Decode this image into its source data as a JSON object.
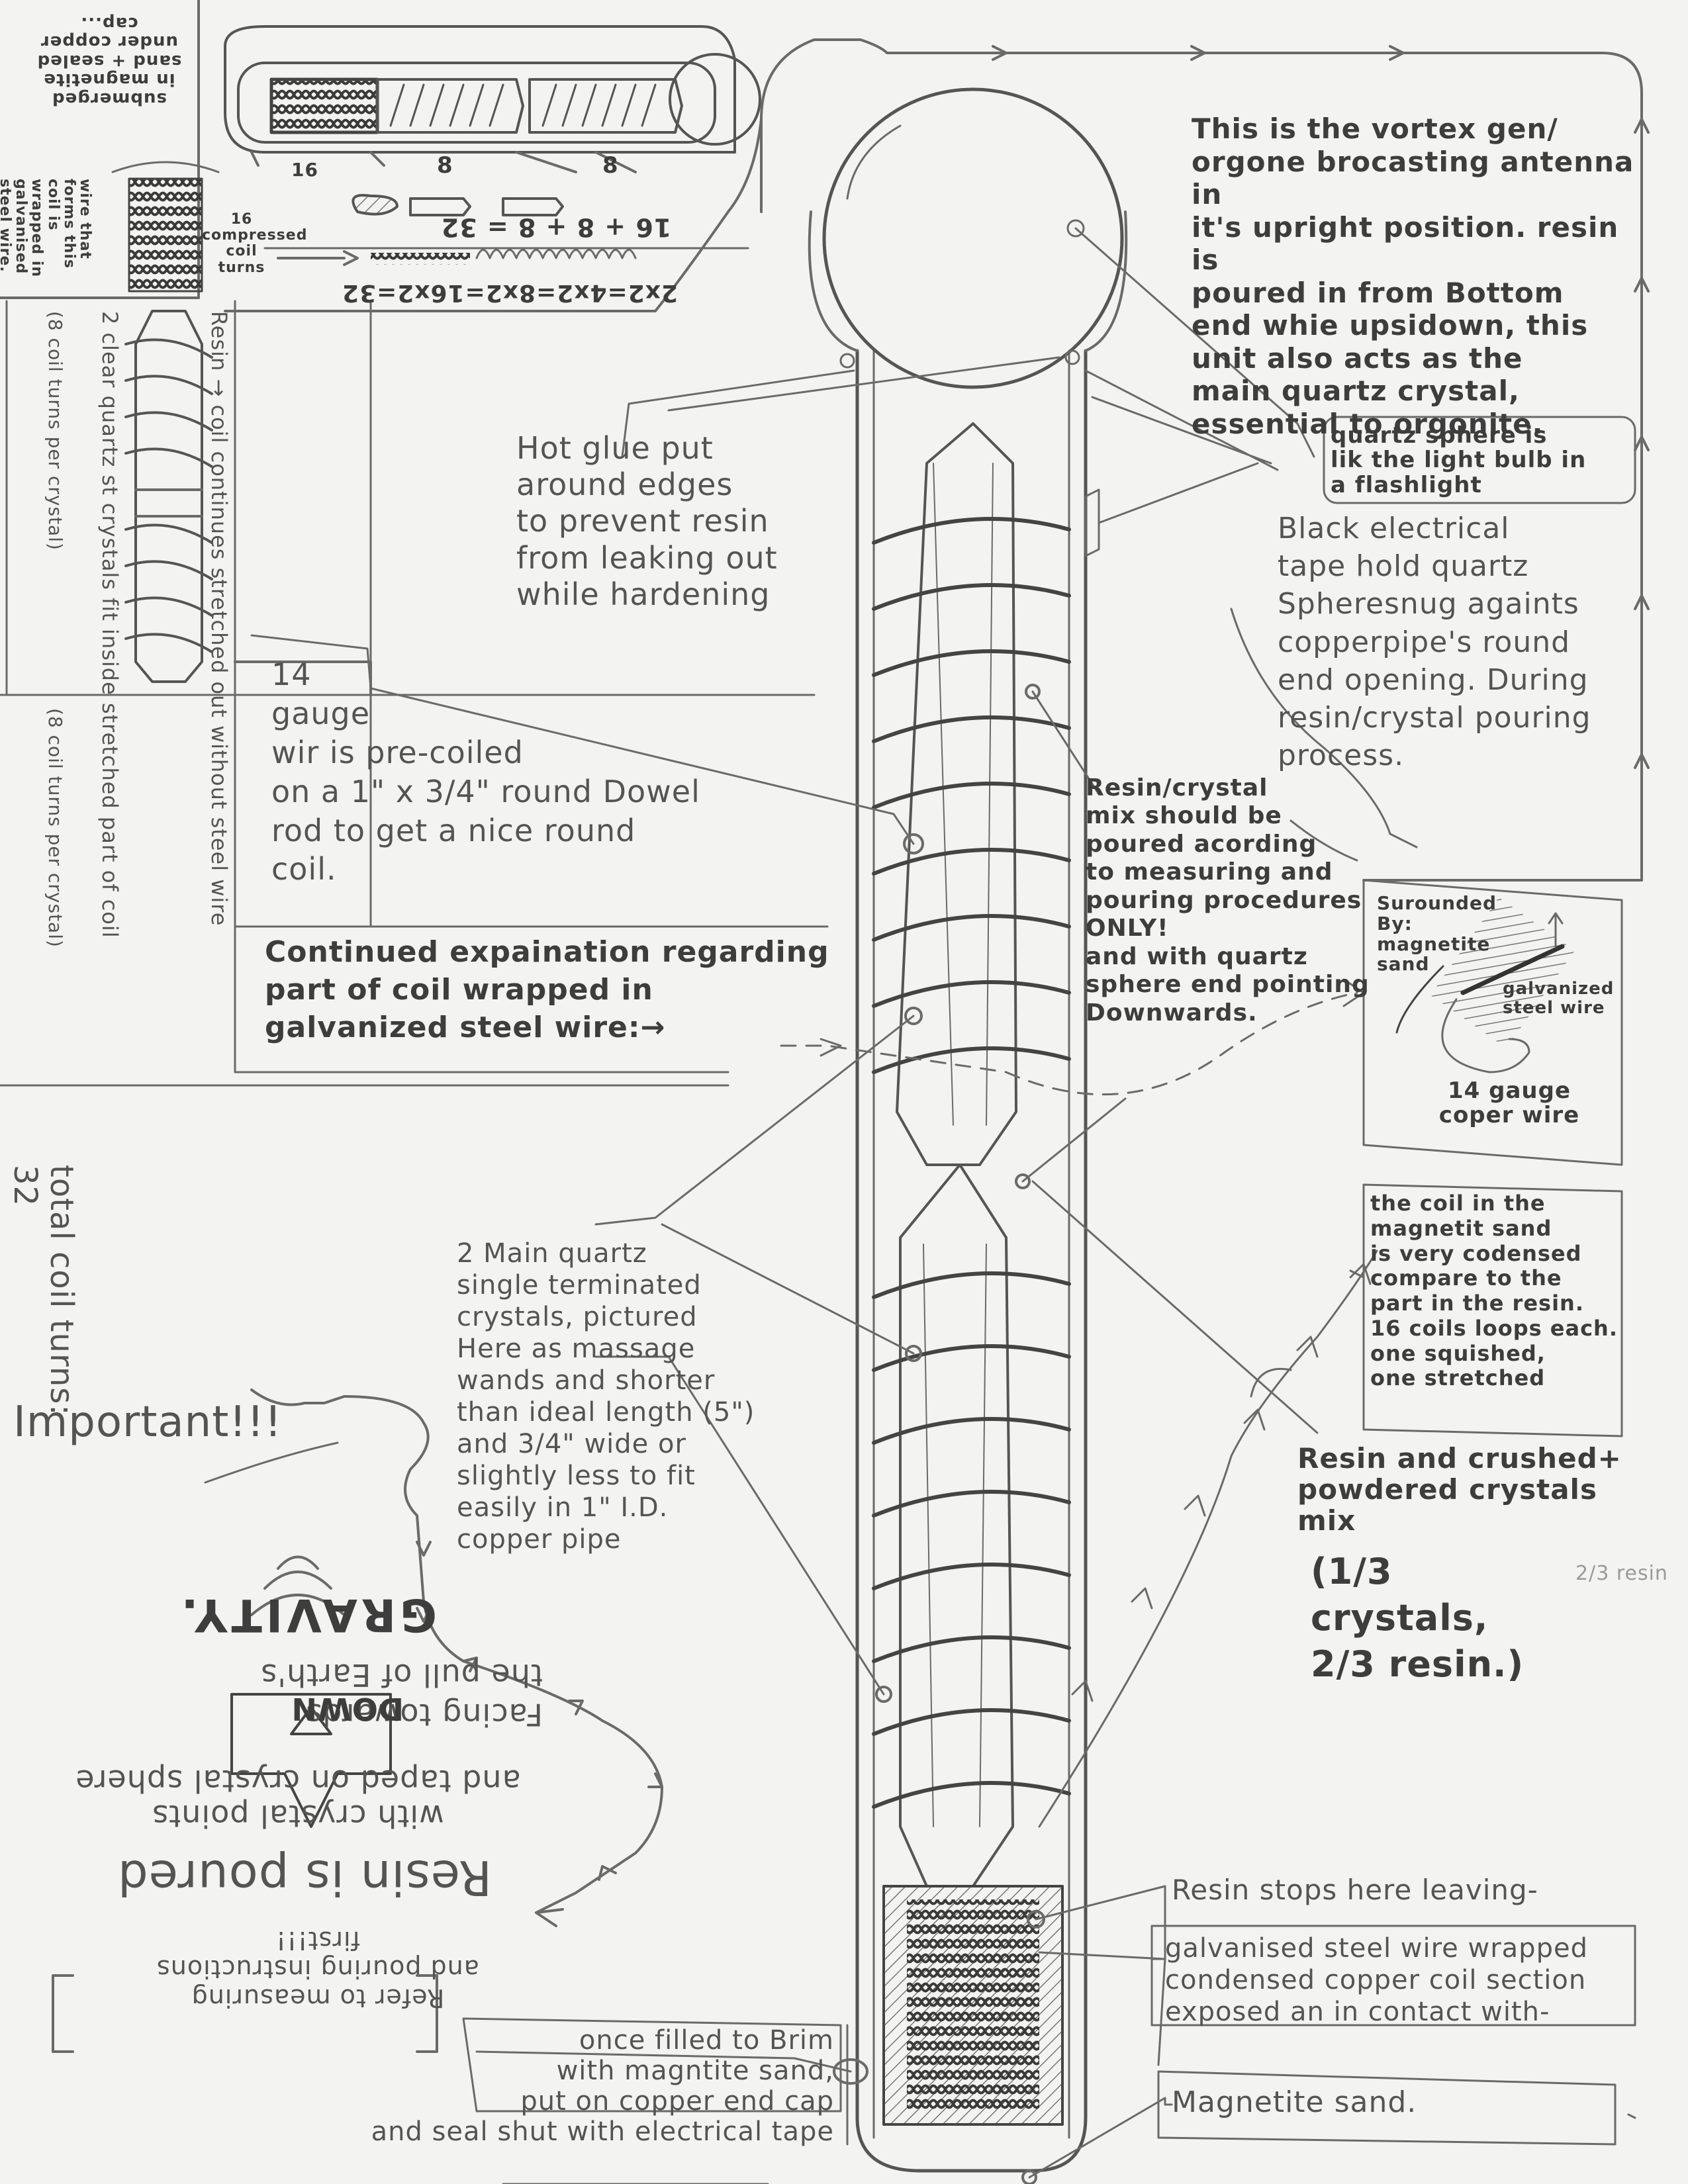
{
  "notes": {
    "title": "This is the vortex gen/\norgone brocasting antenna in\nit's upright position. resin is\npoured in from Bottom\nend whie upsidown, this\nunit also acts as the\nmain quartz crystal,\nessential to orgonite.",
    "quartz_sphere": "quartz sphere is\nlik the light bulb in\na flashlight",
    "black_tape": "Black electrical\ntape hold quartz\nSpheresnug againts\ncopperpipe's round\nend opening. During\nresin/crystal pouring\nprocess.",
    "hot_glue": "Hot glue put\naround edges\nto prevent resin\nfrom leaking out\nwhile hardening",
    "gauge_wire": "14\ngauge\nwir is pre-coiled\non a 1\" x 3/4\" round Dowel\nrod to get a nice round\ncoil.",
    "continued": "Continued expaination regarding\npart of coil wrapped in\ngalvanized steel wire:→",
    "resin_mix": "Resin/crystal\nmix should be\npoured acording\nto measuring and\npouring procedures ONLY!\nand with quartz\nsphere end pointing\nDownwards.",
    "surrounded": "Surounded\nBy: magnetite\nsand",
    "galvanized_small": "galvanized\nsteel wire",
    "copper_wire": "14 gauge\ncoper wire",
    "coil_condensed": "the coil in the\nmagnetit sand\nis very codensed\ncompare to the\npart in the resin.\n16 coils loops each.\none squished,\none stretched",
    "main_quartz": "2 Main quartz\nsingle terminated\ncrystals, pictured\nHere as massage\nwands and shorter\nthan ideal length (5\")\nand 3/4\" wide or\nslightly less to fit\neasily in 1\" I.D.\ncopper pipe",
    "important": "Important!!!",
    "powdered": "Resin and crushed+\npowdered crystals\nmix",
    "ratio": "(1/3 crystals,\n2/3 resin.)",
    "ratio_ghost": "2/3 resin",
    "resin_stops": "Resin stops here leaving-",
    "galv_section": "galvanised steel wire wrapped\ncondensed copper coil section\nexposed an in contact with-",
    "magnetite": "Magnetite sand.",
    "once_filled": "once filled to Brim\nwith magntite sand,\nput on copper end cap\nand seal shut with electrical tape",
    "resin_poured": "Resin is poured",
    "crystal_points": "with crystal points\nand taped on crystal sphere",
    "facing": "Facing        towards\nthe pull        of Earth's",
    "down": "DOWN",
    "gravity": "GRAVITY.",
    "refer": "Refer to measuring\nand pouring instructions\nfirst!!!",
    "total_turns": "total coil turns:\n32",
    "resin_side": "Resin → coil continues stretched out without steel wire",
    "clear_quartz": "2 clear quartz st crystals fit inside stretched part of coil",
    "coil_turns_a": "(8 coil turns per crystal)",
    "coil_turns_b": "(8 coil turns per crystal)",
    "submerged": "submerged\nin magnetite\nsand + sealed\nunder copper\ncap...",
    "wire_forms": "wire that\nforms this\ncoil is wrapped in\ngalvanised steel wire.",
    "compressed": "16\ncompressed\ncoil turns",
    "eq_top": "16 + 8 + 8 = 32",
    "eq_bottom": "2x2=4x2=8x2=16x2=32",
    "lbl_16": "16",
    "lbl_8a": "8",
    "lbl_8b": "8"
  },
  "colors": {
    "pencil": "#6a6a6a",
    "pencil_dark": "#3d3d3d",
    "paper": "#f3f3f1",
    "shade": "#8a8a8a"
  }
}
